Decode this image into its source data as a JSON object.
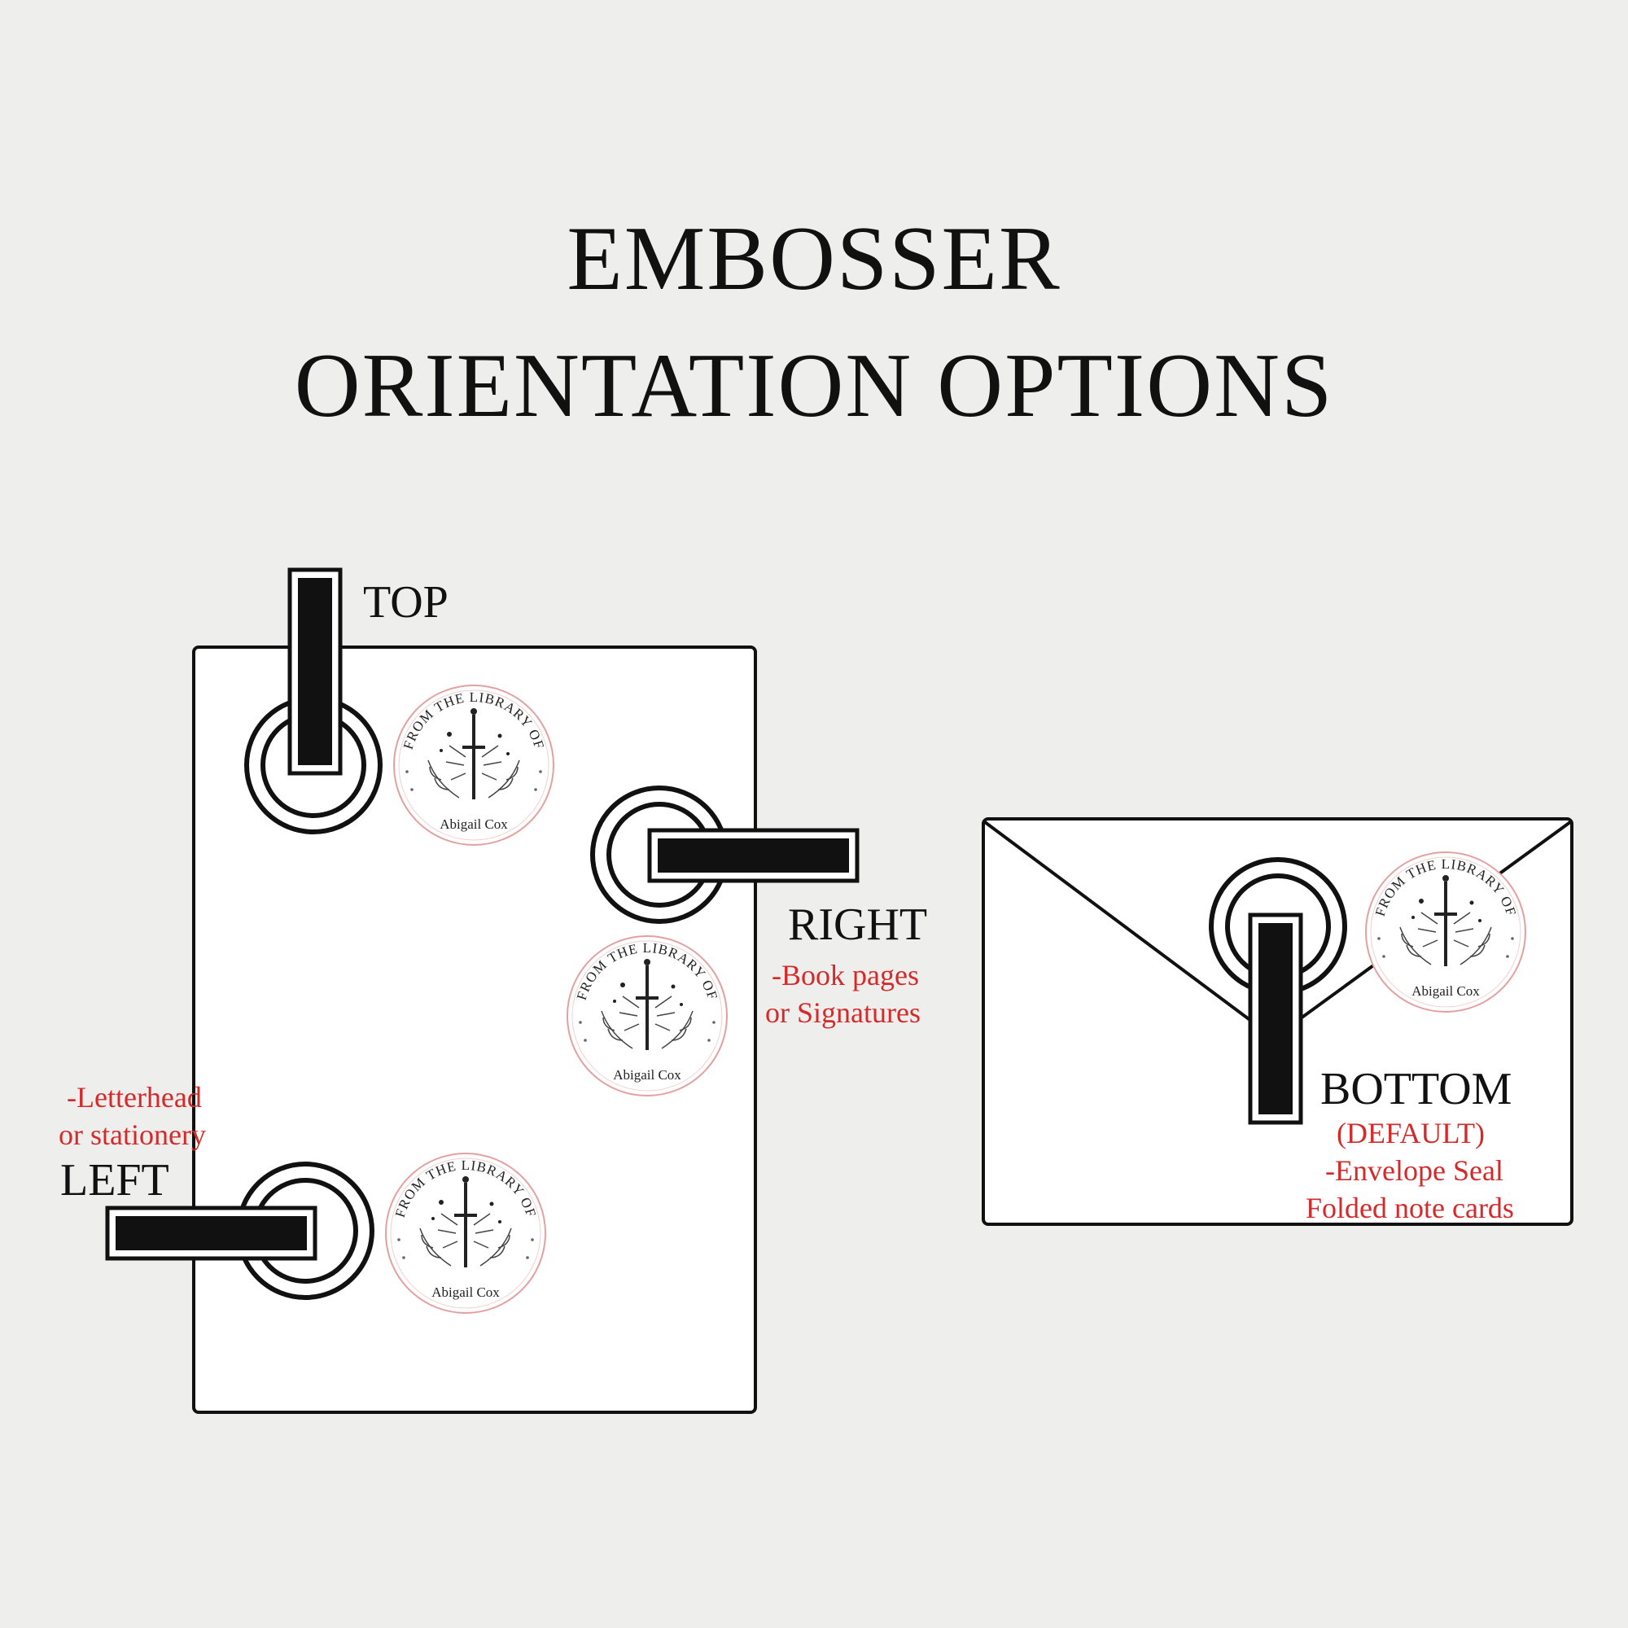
{
  "title": {
    "line1": "EMBOSSER",
    "line2": "ORIENTATION OPTIONS"
  },
  "labels": {
    "top": "TOP",
    "right": "RIGHT",
    "right_note_1": "-Book pages",
    "right_note_2": "or Signatures",
    "left_note_1": "-Letterhead",
    "left_note_2": "or stationery",
    "left": "LEFT",
    "bottom": "BOTTOM",
    "bottom_default": "(DEFAULT)",
    "bottom_note_1": "-Envelope Seal",
    "bottom_note_2": "Folded note cards"
  },
  "seal": {
    "arc_text": "FROM THE LIBRARY OF",
    "name": "Abigail Cox"
  },
  "colors": {
    "background": "#eeeeec",
    "paper": "#ffffff",
    "ink": "#111111",
    "note_red": "#d42a2a",
    "seal_ring": "#e3a0a0"
  }
}
